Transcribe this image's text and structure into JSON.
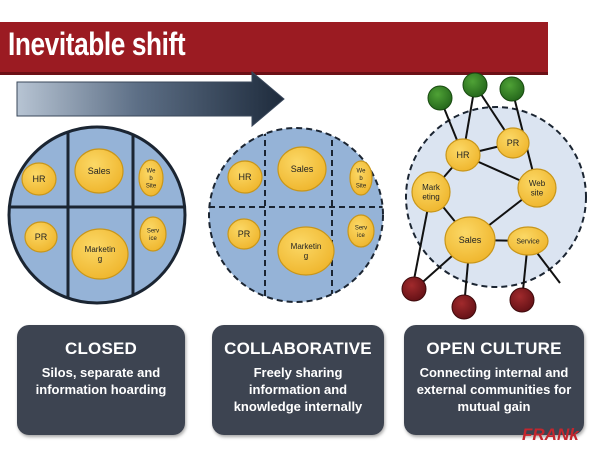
{
  "banner": {
    "title": "Inevitable shift"
  },
  "colors": {
    "banner": "#9b1b22",
    "node_fill": "#f6c445",
    "node_stroke": "#c8961a",
    "grid_fill": "#95b3d7",
    "green_node": "#2e7d1e",
    "red_node": "#7a1418",
    "card_bg": "#3d4451"
  },
  "diagrams": {
    "closed": {
      "nodes": [
        {
          "id": "hr",
          "label": "HR"
        },
        {
          "id": "sales",
          "label": "Sales"
        },
        {
          "id": "web",
          "label": "We\nb\nSite"
        },
        {
          "id": "pr",
          "label": "PR"
        },
        {
          "id": "marketing",
          "label": "Marketin\ng"
        },
        {
          "id": "service",
          "label": "Serv\nice"
        }
      ]
    },
    "collaborative": {
      "nodes": [
        {
          "id": "hr",
          "label": "HR"
        },
        {
          "id": "sales",
          "label": "Sales"
        },
        {
          "id": "web",
          "label": "We\nb\nSite"
        },
        {
          "id": "pr",
          "label": "PR"
        },
        {
          "id": "marketing",
          "label": "Marketin\ng"
        },
        {
          "id": "service",
          "label": "Serv\nice"
        }
      ]
    },
    "open": {
      "nodes": [
        {
          "id": "hr",
          "label": "HR"
        },
        {
          "id": "pr",
          "label": "PR"
        },
        {
          "id": "marketing",
          "label": "Mark\neting"
        },
        {
          "id": "website",
          "label": "Web\nsite"
        },
        {
          "id": "sales",
          "label": "Sales"
        },
        {
          "id": "service",
          "label": "Service"
        }
      ]
    }
  },
  "cards": [
    {
      "title": "CLOSED",
      "desc": "Silos, separate and information hoarding"
    },
    {
      "title": "COLLABORATIVE",
      "desc": "Freely sharing information and knowledge internally"
    },
    {
      "title": "OPEN CULTURE",
      "desc": "Connecting internal and external communities for mutual gain"
    }
  ],
  "logo": "FRANk"
}
